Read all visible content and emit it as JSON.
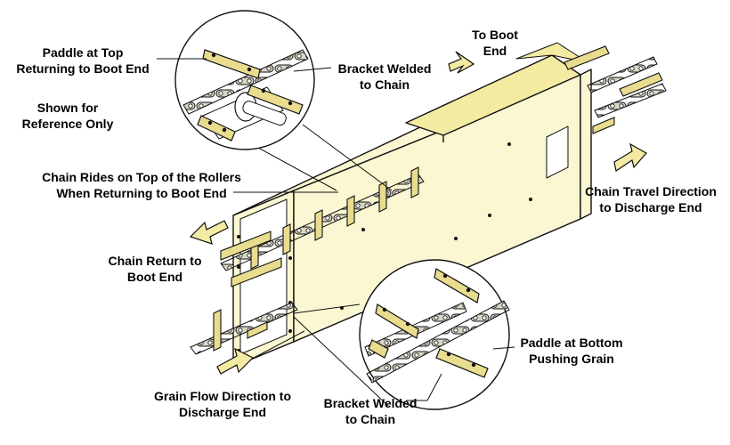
{
  "labels": {
    "paddle_top": [
      "Paddle at Top",
      "Returning to Boot End"
    ],
    "shown_ref": [
      "Shown for",
      "Reference Only"
    ],
    "bracket_top": [
      "Bracket Welded",
      "to Chain"
    ],
    "to_boot": [
      "To Boot",
      "End"
    ],
    "chain_rides": [
      "Chain Rides on Top of the Rollers",
      "When Returning to Boot End"
    ],
    "chain_travel": [
      "Chain Travel Direction",
      "to Discharge End"
    ],
    "chain_return": [
      "Chain Return to",
      "Boot End"
    ],
    "paddle_bottom": [
      "Paddle at Bottom",
      "Pushing Grain"
    ],
    "grain_flow": [
      "Grain Flow Direction to",
      "Discharge End"
    ],
    "bracket_bottom": [
      "Bracket Welded",
      "to Chain"
    ]
  },
  "colors": {
    "housing_fill": "#fbf7d2",
    "cover_fill": "#f4eba2",
    "paddle_fill": "#e9dc8f",
    "line": "#111111",
    "arrow_fill": "#f4eba2"
  },
  "icons": {
    "arrow_to_boot": "arrow-left-down-icon",
    "arrow_chain_travel": "arrow-right-up-icon",
    "arrow_chain_return": "arrow-left-down-icon",
    "arrow_grain_flow": "arrow-right-up-icon"
  }
}
